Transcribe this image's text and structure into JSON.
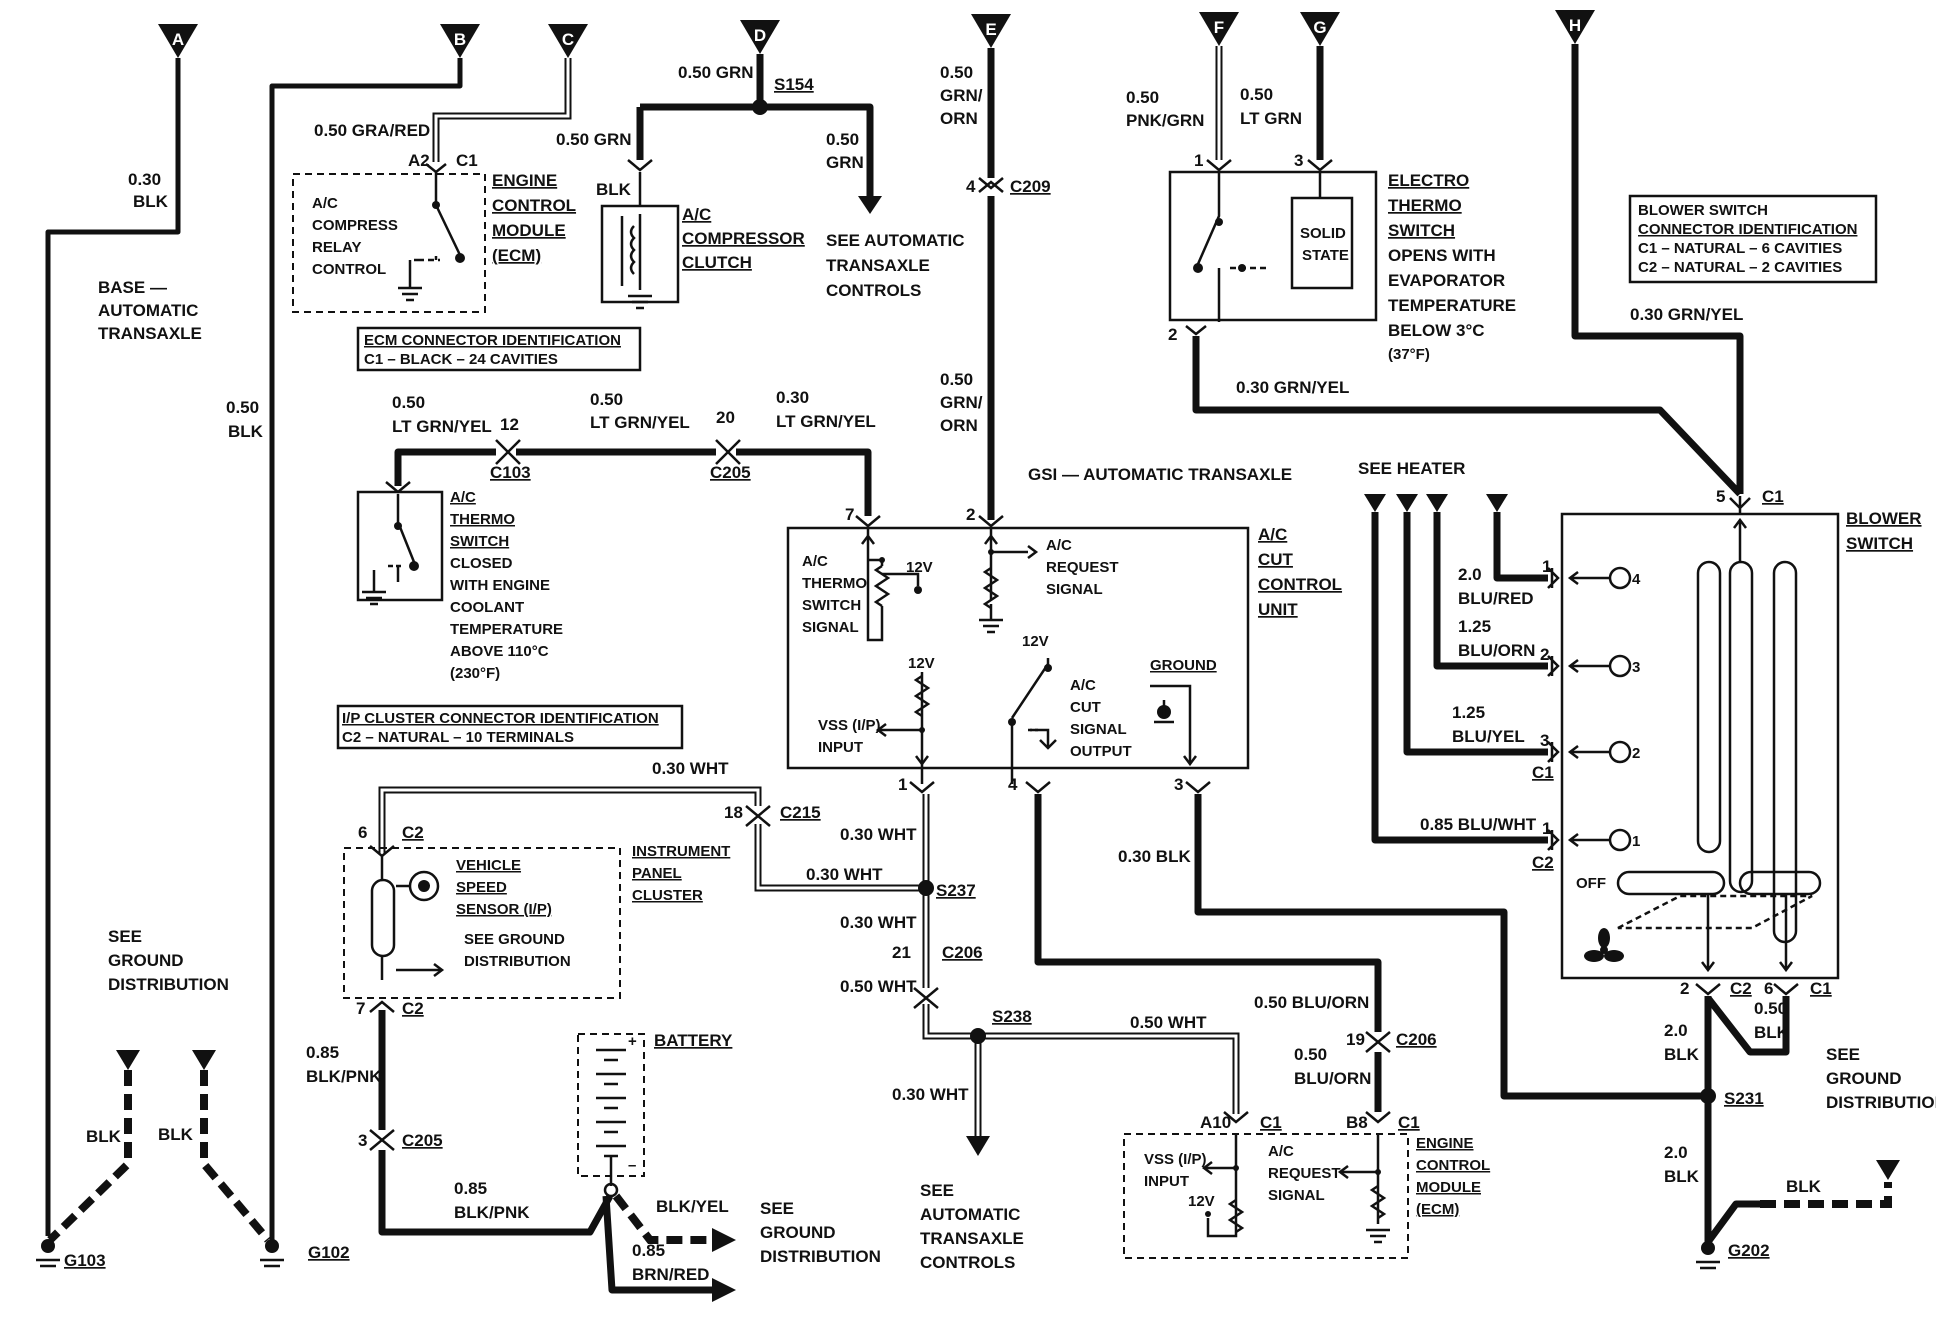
{
  "connectors": {
    "A": "A",
    "B": "B",
    "C": "C",
    "D": "D",
    "E": "E",
    "F": "F",
    "G": "G",
    "H": "H"
  },
  "wires": {
    "a_gauge": "0.30",
    "a_color": "BLK",
    "b_gauge": "0.50",
    "b_color": "BLK",
    "c_wire": "0.50 GRA/RED",
    "d_wire": "0.50 GRN",
    "d_wire2": "0.50 GRN",
    "d_out_gauge": "0.50",
    "d_out_color": "GRN",
    "comp_blk": "BLK",
    "e_gauge": "0.50",
    "e_color1": "GRN/",
    "e_color2": "ORN",
    "e_gauge2": "0.50",
    "e_color3": "GRN/",
    "e_color4": "ORN",
    "f_gauge": "0.50",
    "f_color": "PNK/GRN",
    "g_gauge": "0.50",
    "g_color": "LT GRN",
    "grn_yel_1": "0.30 GRN/YEL",
    "grn_yel_2": "0.30 GRN/YEL",
    "lt1_gauge": "0.50",
    "lt1_color": "LT GRN/YEL",
    "lt2_gauge": "0.50",
    "lt2_color": "LT GRN/YEL",
    "lt3_gauge": "0.30",
    "lt3_color": "LT GRN/YEL",
    "wht_top": "0.30 WHT",
    "wht_a": "0.30 WHT",
    "wht_b": "0.30 WHT",
    "wht_c": "0.30 WHT",
    "wht_d": "0.50 WHT",
    "wht_e": "0.50 WHT",
    "wht_f": "0.30 WHT",
    "blk_cut": "0.30 BLK",
    "blu_orn_a": "0.50 BLU/ORN",
    "blu_orn_b_g": "0.50",
    "blu_orn_b_c": "BLU/ORN",
    "blk_pnk_a_g": "0.85",
    "blk_pnk_a_c": "BLK/PNK",
    "blk_pnk_b_g": "0.85",
    "blk_pnk_b_c": "BLK/PNK",
    "blk_yel": "BLK/YEL",
    "brn_red_g": "0.85",
    "brn_red_c": "BRN/RED",
    "blu_red_g": "2.0",
    "blu_red_c": "BLU/RED",
    "blu_orn_g": "1.25",
    "blu_orn_c": "BLU/ORN",
    "blu_yel_g": "1.25",
    "blu_yel_c": "BLU/YEL",
    "blu_wht": "0.85 BLU/WHT",
    "bs_blk_g": "0.50",
    "bs_blk_c": "BLK",
    "s231_blk_g": "2.0",
    "s231_blk_c": "BLK",
    "g202_blk_g": "2.0",
    "g202_blk_c": "BLK",
    "g202_dash": "BLK",
    "g103_dash": "BLK",
    "g102_dash": "BLK"
  },
  "splices": {
    "s154": "S154",
    "s237": "S237",
    "s238": "S238",
    "s231": "S231"
  },
  "pins": {
    "c209": "C209",
    "c209_num": "4",
    "c103": "C103",
    "c103_num": "12",
    "c205_top": "C205",
    "c205_top_num": "20",
    "c215": "C215",
    "c215_num": "18",
    "c206_a": "C206",
    "c206_a_num": "21",
    "c206_b": "C206",
    "c206_b_num": "19",
    "c205_bot": "C205",
    "c205_bot_num": "3",
    "ecm_a2": "A2",
    "ecm_c1": "C1",
    "et_1": "1",
    "et_3": "3",
    "et_2": "2",
    "cut_7": "7",
    "cut_2": "2",
    "cut_1": "1",
    "cut_4": "4",
    "cut_3": "3",
    "ipc_6": "6",
    "ipc_c2a": "C2",
    "ipc_7": "7",
    "ipc_c2b": "C2",
    "ecm2_a10": "A10",
    "ecm2_c1a": "C1",
    "ecm2_b8": "B8",
    "ecm2_c1b": "C1",
    "bs_5": "5",
    "bs_c1_top": "C1",
    "bs_p1": "1",
    "bs_p2": "2",
    "bs_p3": "3",
    "bs_c1_mid": "C1",
    "bs_p1b": "1",
    "bs_c2_mid": "C2",
    "bs_2": "2",
    "bs_c2_bot": "C2",
    "bs_6": "6",
    "bs_c1_bot": "C1"
  },
  "components": {
    "ecm_top": [
      "ENGINE",
      "CONTROL",
      "MODULE",
      "(ECM)"
    ],
    "ecm_top_inner": [
      "A/C",
      "COMPRESS",
      "RELAY",
      "CONTROL"
    ],
    "compressor": [
      "A/C",
      "COMPRESSOR",
      "CLUTCH"
    ],
    "electro_thermo": [
      "ELECTRO",
      "THERMO",
      "SWITCH",
      "OPENS WITH",
      "EVAPORATOR",
      "TEMPERATURE",
      "BELOW 3°C",
      "(37°F)"
    ],
    "solid_state": [
      "SOLID",
      "STATE"
    ],
    "ac_thermo": [
      "A/C",
      "THERMO",
      "SWITCH",
      "CLOSED",
      "WITH ENGINE",
      "COOLANT",
      "TEMPERATURE",
      "ABOVE 110°C",
      "(230°F)"
    ],
    "cut_unit": [
      "A/C",
      "CUT",
      "CONTROL",
      "UNIT"
    ],
    "cut_thermo": [
      "A/C",
      "THERMO",
      "SWITCH",
      "SIGNAL"
    ],
    "cut_request": [
      "A/C",
      "REQUEST",
      "SIGNAL"
    ],
    "cut_12v_a": "12V",
    "cut_12v_b": "12V",
    "cut_12v_c": "12V",
    "cut_vss": [
      "VSS (I/P)",
      "INPUT"
    ],
    "cut_output": [
      "A/C",
      "CUT",
      "SIGNAL",
      "OUTPUT"
    ],
    "cut_ground": "GROUND",
    "vss": [
      "VEHICLE",
      "SPEED",
      "SENSOR (I/P)"
    ],
    "vss_see": [
      "SEE GROUND",
      "DISTRIBUTION"
    ],
    "ipc": [
      "INSTRUMENT",
      "PANEL",
      "CLUSTER"
    ],
    "battery": "BATTERY",
    "ecm_bot": [
      "ENGINE",
      "CONTROL",
      "MODULE",
      "(ECM)"
    ],
    "ecm_bot_vss": [
      "VSS (I/P)",
      "INPUT"
    ],
    "ecm_bot_req": [
      "A/C",
      "REQUEST",
      "SIGNAL"
    ],
    "ecm_bot_12v": "12V",
    "blower": [
      "BLOWER",
      "SWITCH"
    ],
    "blower_off": "OFF",
    "speeds": [
      "4",
      "3",
      "2",
      "1"
    ]
  },
  "notes": {
    "base_auto": [
      "BASE —",
      "AUTOMATIC",
      "TRANSAXLE"
    ],
    "gsi_auto": "GSI — AUTOMATIC TRANSAXLE",
    "see_auto_top": [
      "SEE AUTOMATIC",
      "TRANSAXLE",
      "CONTROLS"
    ],
    "see_auto_bot": [
      "SEE",
      "AUTOMATIC",
      "TRANSAXLE",
      "CONTROLS"
    ],
    "see_ground_left": [
      "SEE",
      "GROUND",
      "DISTRIBUTION"
    ],
    "see_ground_batt": [
      "SEE",
      "GROUND",
      "DISTRIBUTION"
    ],
    "see_ground_right": [
      "SEE",
      "GROUND",
      "DISTRIBUTION"
    ],
    "see_heater": "SEE HEATER",
    "ecm_conn_id": [
      "ECM CONNECTOR IDENTIFICATION",
      "C1 – BLACK – 24 CAVITIES"
    ],
    "ip_conn_id": [
      "I/P CLUSTER CONNECTOR IDENTIFICATION",
      "C2 – NATURAL – 10 TERMINALS"
    ],
    "blower_conn_id": [
      "BLOWER SWITCH",
      "CONNECTOR IDENTIFICATION",
      "C1 – NATURAL – 6 CAVITIES",
      "C2 – NATURAL – 2 CAVITIES"
    ]
  },
  "grounds": {
    "g103": "G103",
    "g102": "G102",
    "g202": "G202"
  }
}
